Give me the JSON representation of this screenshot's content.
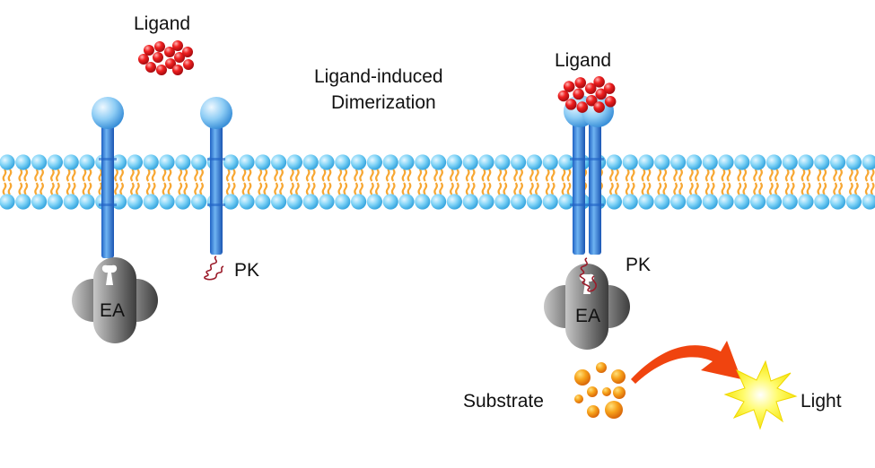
{
  "labels": {
    "ligand_left": "Ligand",
    "ligand_right": "Ligand",
    "dimerization_line1": "Ligand-induced",
    "dimerization_line2": "Dimerization",
    "pk_left": "PK",
    "pk_right": "PK",
    "ea_left": "EA",
    "ea_right": "EA",
    "substrate": "Substrate",
    "light": "Light"
  },
  "colors": {
    "bead": "#7fd3f7",
    "tail": "#f7a733",
    "receptor": "#2f86dd",
    "ligand": "#e8141e",
    "enzyme": "#6e6e6e",
    "pk_fragment": "#9b1b2a",
    "substrate": "#f49a16",
    "arrow": "#f0440f",
    "light": "#fff21a"
  },
  "icons": [
    "receptor-icon",
    "ligand-cluster-icon",
    "enzyme-acceptor-icon",
    "prolabel-fragment-icon",
    "substrate-icon",
    "light-burst-icon",
    "curved-arrow-icon"
  ]
}
